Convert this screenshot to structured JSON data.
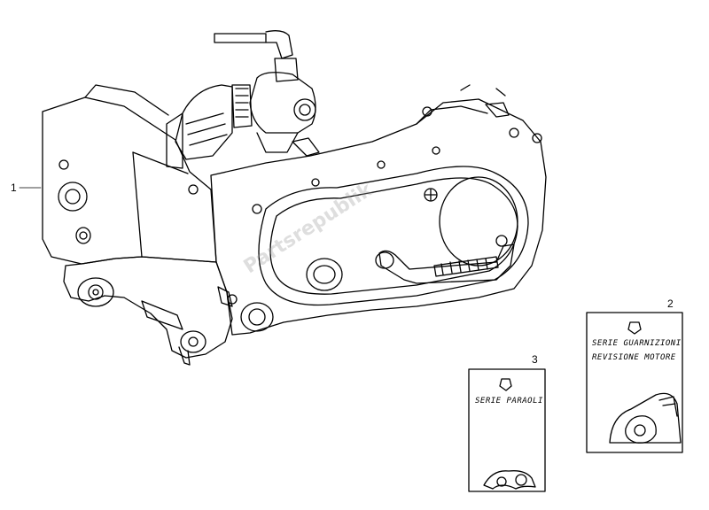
{
  "callouts": {
    "engine": "1",
    "gasket_kit": "2",
    "oil_seal_kit": "3"
  },
  "kits": {
    "gasket_kit_line1": "SERIE GUARNIZIONI",
    "gasket_kit_line2": "REVISIONE MOTORE",
    "oil_seal_kit_line1": "SERIE PARAOLI"
  },
  "watermark": "Partsrepublik",
  "colors": {
    "line": "#000000",
    "background": "#ffffff",
    "watermark": "#a0a0a0"
  }
}
